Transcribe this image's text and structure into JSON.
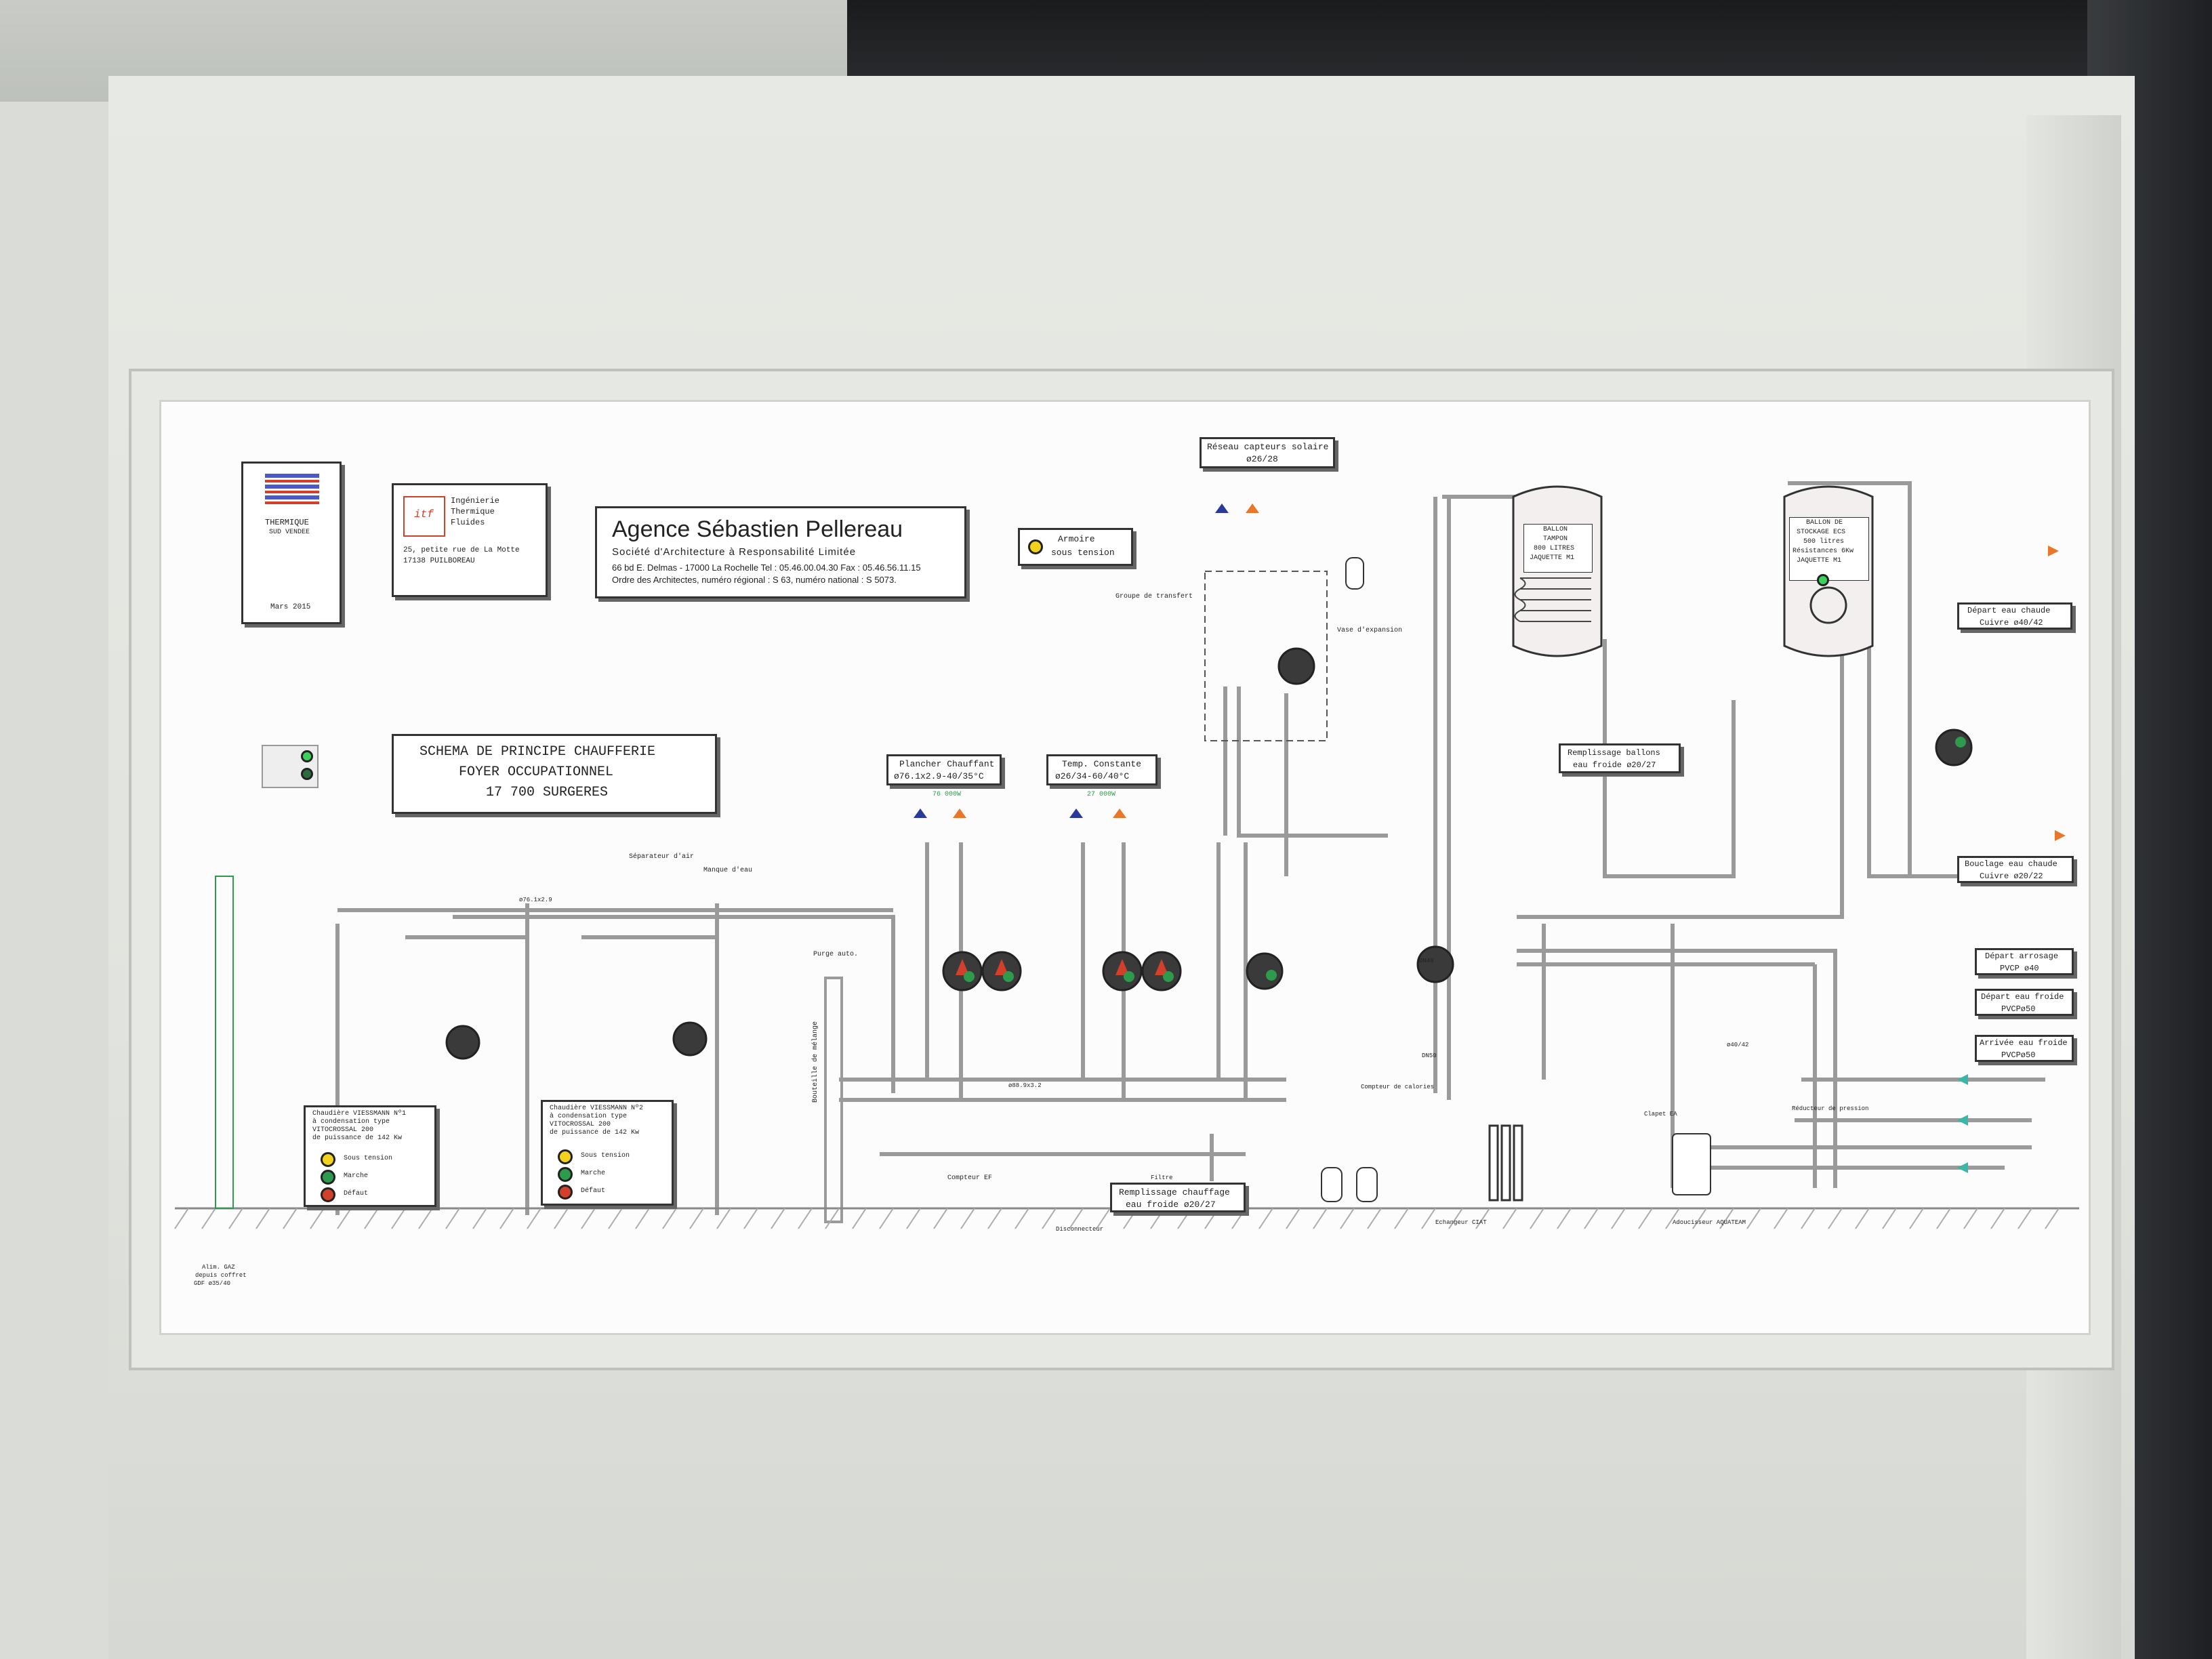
{
  "architect": {
    "name": "Agence Sébastien Pellereau",
    "subtitle": "Société d'Architecture à Responsabilité Limitée",
    "address": "66 bd E. Delmas - 17000 La Rochelle Tel : 05.46.00.04.30 Fax : 05.46.56.11.15",
    "registration": "Ordre des Architectes, numéro régional : S 63, numéro national : S 5073."
  },
  "thermique": {
    "title": "THERMIQUE",
    "subtitle": "SUD VENDEE",
    "date": "Mars 2015"
  },
  "engineering": {
    "logo": "itf",
    "line1": "Ingénierie",
    "line2": "Thermique",
    "line3": "Fluides",
    "address": "25, petite rue de La Motte",
    "city": "17138 PUILBOREAU"
  },
  "armoire": {
    "line1": "Armoire",
    "line2": "sous tension"
  },
  "schema_title": {
    "line1": "SCHEMA DE PRINCIPE CHAUFFERIE",
    "line2": "FOYER OCCUPATIONNEL",
    "line3": "17 700 SURGERES"
  },
  "solar": {
    "line1": "Réseau capteurs solaire",
    "line2": "ø26/28"
  },
  "plancher": {
    "line1": "Plancher Chauffant",
    "line2": "ø76.1x2.9-40/35°C",
    "flow": "76 000W"
  },
  "temp_constante": {
    "line1": "Temp. Constante",
    "line2": "ø26/34-60/40°C",
    "flow": "27 000W"
  },
  "ballon_tampon": {
    "line1": "BALLON",
    "line2": "TAMPON",
    "line3": "800 LITRES",
    "line4": "JAQUETTE M1"
  },
  "ballon_stockage": {
    "line1": "BALLON DE",
    "line2": "STOCKAGE ECS",
    "line3": "500 litres",
    "line4": "Résistances 6Kw",
    "line5": "JAQUETTE M1"
  },
  "remplissage_ballons": {
    "line1": "Remplissage ballons",
    "line2": "eau froide ø20/27"
  },
  "remplissage_chauffage": {
    "line1": "Remplissage chauffage",
    "line2": "eau froide ø20/27"
  },
  "depart_chaude": {
    "line1": "Départ eau chaude",
    "line2": "Cuivre ø40/42"
  },
  "bouclage": {
    "line1": "Bouclage eau chaude",
    "line2": "Cuivre ø20/22"
  },
  "arrosage": {
    "line1": "Départ arrosage",
    "line2": "PVCP ø40"
  },
  "depart_froide": {
    "line1": "Départ eau froide",
    "line2": "PVCPø50"
  },
  "arrivee_froide": {
    "line1": "Arrivée eau froide",
    "line2": "PVCPø50"
  },
  "boiler1": {
    "line1": "Chaudière VIESSMANN Nº1",
    "line2": "à condensation type",
    "line3": "VITOCROSSAL 200",
    "line4": "de puissance de 142 Kw",
    "legend": [
      "Sous tension",
      "Marche",
      "Défaut"
    ]
  },
  "boiler2": {
    "line1": "Chaudière VIESSMANN Nº2",
    "line2": "à condensation type",
    "line3": "VITOCROSSAL 200",
    "line4": "de puissance de 142 Kw",
    "legend": [
      "Sous tension",
      "Marche",
      "Défaut"
    ]
  },
  "labels": {
    "separateur": "Séparateur d'air",
    "manque_eau": "Manque d'eau",
    "purge_auto": "Purge auto.",
    "bouteille": "Bouteille de mélange",
    "groupe_transfert": "Groupe de transfert",
    "vase_expansion": "Vase d'expansion",
    "compteur_ef": "Compteur EF",
    "disconnecteur": "Disconnecteur",
    "echangeur": "Echangeur CIAT",
    "adoucisseur": "Adoucisseur AQUATEAM",
    "alim_gaz": "Alim. GAZ",
    "alim_gaz2": "depuis coffret",
    "alim_gaz3": "GDF ø35/40",
    "filtre": "Filtre",
    "clapet": "Clapet EA",
    "reducteur": "Réducteur de pression",
    "compteur_calories": "Compteur de calories",
    "pipe1": "ø76.1x2.9",
    "pipe2": "ø88.9x3.2",
    "pipe3": "ø40/42",
    "dn40": "DN40",
    "dn50": "DN50"
  },
  "colors": {
    "pipe": "#9a9a9a",
    "red": "#d0402a",
    "green": "#2e9b4c",
    "blue": "#2a3a9a",
    "orange": "#e8772a",
    "cyan": "#3ab7a6"
  }
}
